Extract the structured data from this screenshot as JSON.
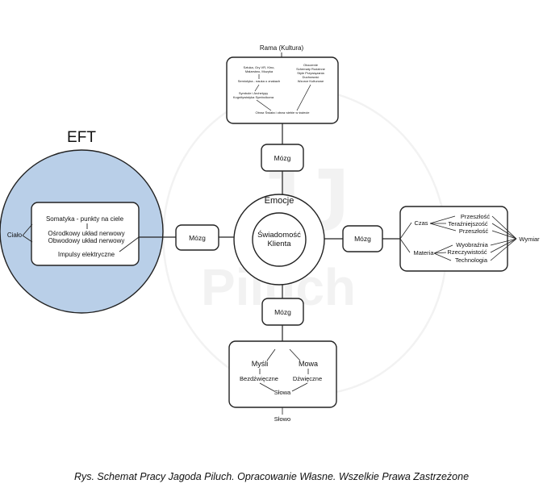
{
  "watermark": {
    "top": "JJ",
    "bottom": "Piluch"
  },
  "eft": {
    "title": "EFT",
    "body_label": "Ciało",
    "items": [
      "Somatyka - punkty na ciele",
      "Ośrodkowy układ nerwowy",
      "Obwodowy układ nerwowy",
      "Impulsy elektryczne"
    ],
    "fill_color": "#b9cfe8"
  },
  "brain_label": "Mózg",
  "center": {
    "outer": "Emocje",
    "inner_line1": "Świadomość",
    "inner_line2": "Klienta"
  },
  "frame": {
    "title": "Rama (Kultura)",
    "left_group1": [
      "Sztuka, Gry VR, Kino,",
      "Malarstwo, Muzyka"
    ],
    "left_group2": [
      "Semiotyka - nauka o znakach"
    ],
    "left_group3": [
      "Symbole i Archetypy",
      "Kognitywistyka Symboliczna"
    ],
    "right_group": [
      "Otoczenie",
      "Schematy Rodzinne",
      "Style Przywiązania",
      "Duchowość",
      "Wzorce Kulturowe"
    ],
    "bottom": "Obraz Świata i obraz siebie w świecie"
  },
  "dimension": {
    "time": "Czas",
    "time_items": [
      "Przeszłość",
      "Teraźniejszość",
      "Przeszłość"
    ],
    "matter": "Materia",
    "matter_items": [
      "Wyobraźnia",
      "Rzeczywistość",
      "Technologia"
    ],
    "result": "Wymiar"
  },
  "word": {
    "thoughts": "Myśli",
    "speech": "Mowa",
    "voiceless": "Bezdźwięczne",
    "voiced": "Dźwięczne",
    "words": "Słowa",
    "result": "Słowo"
  },
  "caption": "Rys. Schemat Pracy Jagoda Piluch. Opracowanie Własne. Wszelkie Prawa Zastrzeżone"
}
